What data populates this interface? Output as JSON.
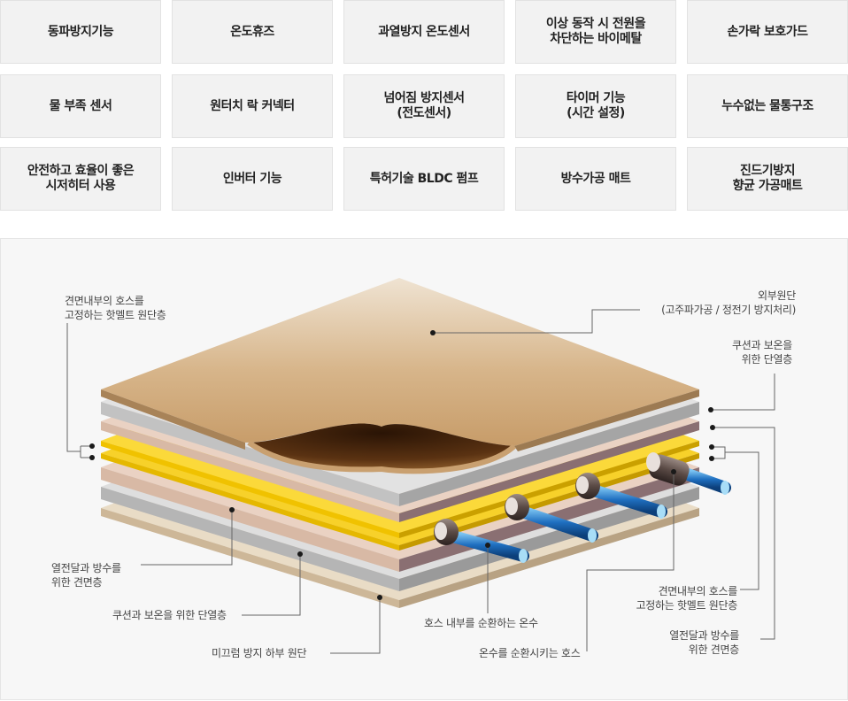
{
  "features": [
    "동파방지기능",
    "온도휴즈",
    "과열방지 온도센서",
    "이상 동작 시 전원을\n차단하는 바이메탈",
    "손가락 보호가드",
    "물 부족 센서",
    "원터치 락 커넥터",
    "넘어짐 방지센서\n(전도센서)",
    "타이머 기능\n(시간 설정)",
    "누수없는 물통구조",
    "안전하고 효율이 좋은\n시저히터 사용",
    "인버터 기능",
    "특허기술 BLDC 펌프",
    "방수가공 매트",
    "진드기방지\n향균 가공매트"
  ],
  "diagram": {
    "labels": {
      "top_left_felt": "견면내부의 호스를\n고정하는 핫멜트 원단층",
      "top_right_outer": "외부원단\n(고주파가공 / 정전기 방지처리)",
      "right_cushion": "쿠션과 보온을\n위한 단열층",
      "left_heat": "열전달과 방수를\n위한 견면층",
      "left_cushion": "쿠션과 보온을 위한 단열층",
      "bottom_nonslip": "미끄럼 방지 하부 원단",
      "bottom_water": "호스 내부를 순환하는 온수",
      "bottom_hose": "온수를 순환시키는 호스",
      "right_felt": "견면내부의 호스를\n고정하는 핫멜트 원단층",
      "right_heat": "열전달과 방수를\n위한 견면층"
    },
    "colors": {
      "outer": "#c9a272",
      "gray": "#d9d9d9",
      "pink": "#e5c9b9",
      "yellow": "#f7cf1d",
      "base": "#e9dcc6",
      "hose": "#1f6fc0"
    }
  }
}
